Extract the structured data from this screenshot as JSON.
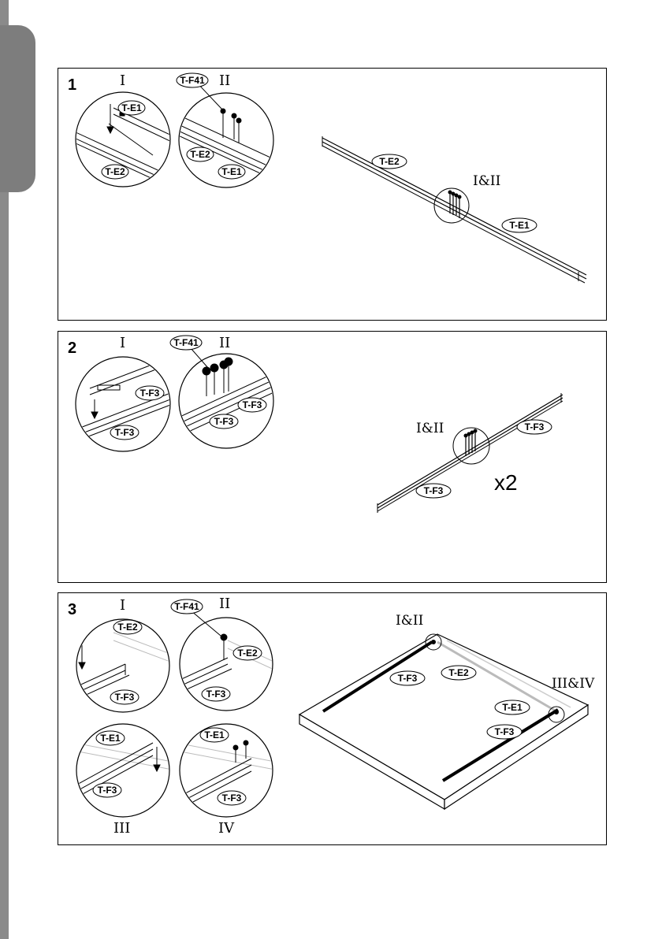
{
  "steps": [
    {
      "number": "1",
      "roman_i": "I",
      "roman_ii": "II",
      "screw_label": "T-F41",
      "detail_i_labels": [
        "T-E1",
        "T-E2"
      ],
      "detail_ii_labels": [
        "T-E2",
        "T-E1"
      ],
      "main_labels": [
        "T-E2",
        "T-E1"
      ],
      "main_callout": "I&II"
    },
    {
      "number": "2",
      "roman_i": "I",
      "roman_ii": "II",
      "screw_label": "T-F41",
      "detail_i_labels": [
        "T-F3",
        "T-F3"
      ],
      "detail_ii_labels": [
        "T-F3",
        "T-F3"
      ],
      "main_labels": [
        "T-F3",
        "T-F3"
      ],
      "main_callout": "I&II",
      "multiplier": "x2"
    },
    {
      "number": "3",
      "roman_i": "I",
      "roman_ii": "II",
      "roman_iii": "III",
      "roman_iv": "IV",
      "screw_label": "T-F41",
      "detail_i_labels": [
        "T-E2",
        "T-F3"
      ],
      "detail_ii_labels": [
        "T-E2",
        "T-F3"
      ],
      "detail_iii_labels": [
        "T-E1",
        "T-F3"
      ],
      "detail_iv_labels": [
        "T-E1",
        "T-F3"
      ],
      "main_labels": [
        "T-F3",
        "T-E2",
        "T-E1",
        "T-F3"
      ],
      "main_callout_1": "I&II",
      "main_callout_2": "III&IV"
    }
  ]
}
